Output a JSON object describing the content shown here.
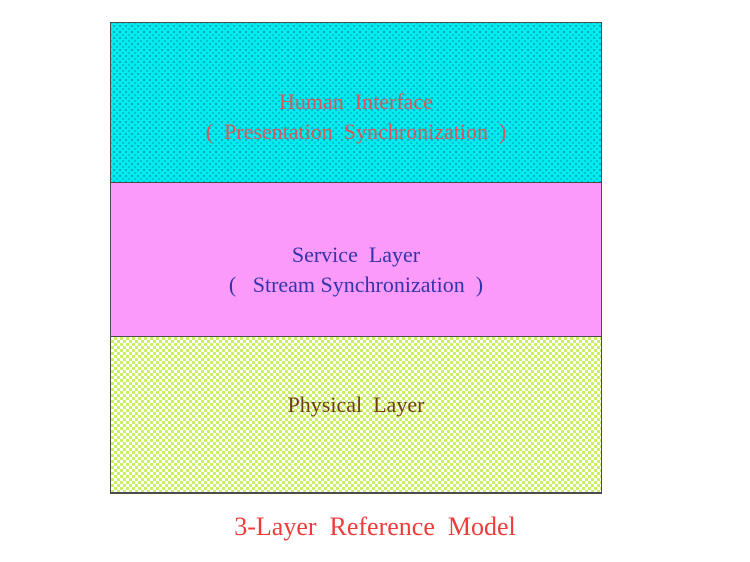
{
  "diagram": {
    "caption": "3-Layer  Reference  Model",
    "caption_color": "#ee3c3c",
    "border_color": "#4c4c4c",
    "layers": [
      {
        "id": "human-interface",
        "title": "Human  Interface",
        "subtitle": "(  Presentation  Synchronization  )",
        "fill_color": "#00eded",
        "texture": "dotted",
        "text_color": "#dc5558"
      },
      {
        "id": "service",
        "title": "Service  Layer",
        "subtitle": "(   Stream Synchronization  )",
        "fill_color": "#fb9af9",
        "texture": "solid",
        "text_color": "#3434aa"
      },
      {
        "id": "physical",
        "title": "Physical  Layer",
        "subtitle": "",
        "fill_color": "#c9f163",
        "texture": "checkerboard",
        "text_color": "#703c16"
      }
    ]
  }
}
